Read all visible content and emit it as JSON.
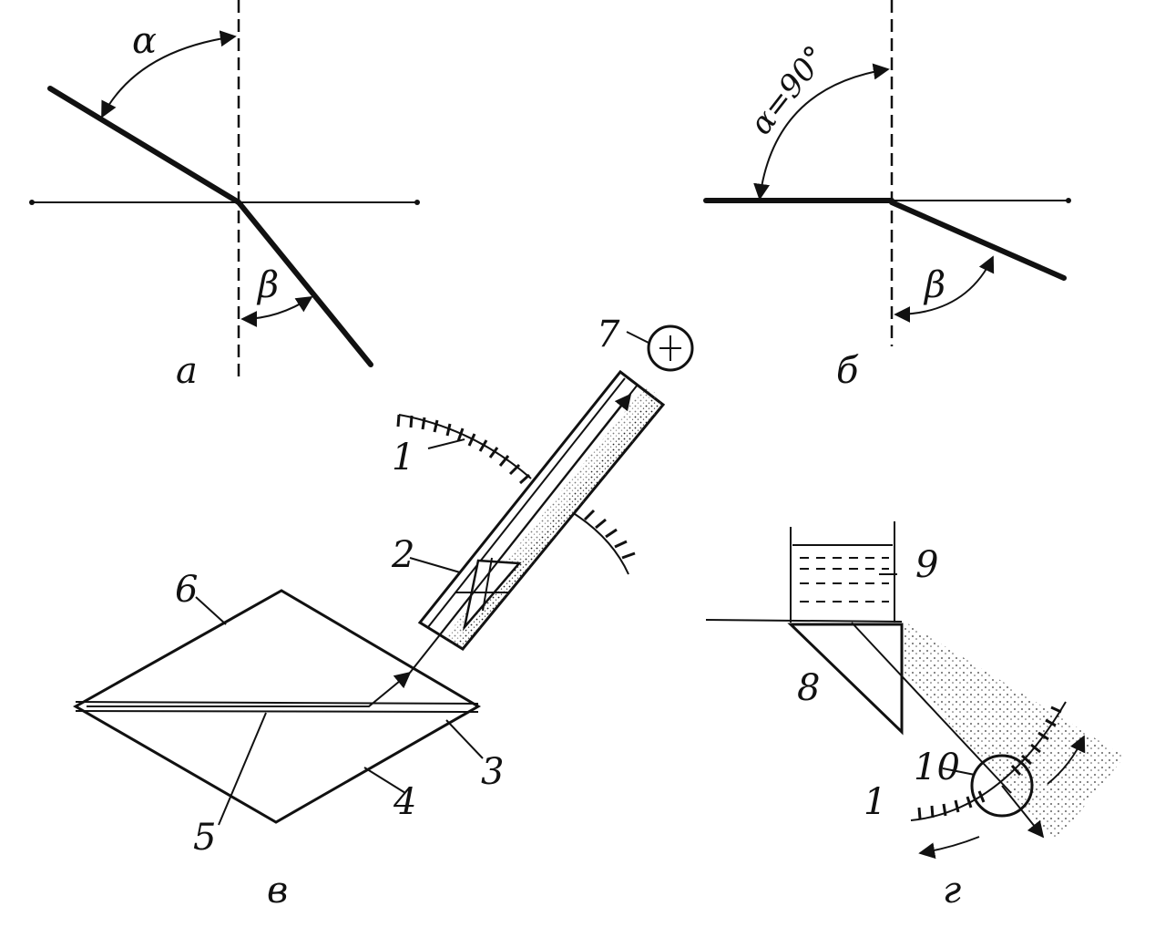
{
  "panels": {
    "a": {
      "caption": "а",
      "incident_angle_label": "α",
      "refracted_angle_label": "β"
    },
    "b": {
      "caption": "б",
      "incident_angle_label": "α=90°",
      "refracted_angle_label": "β"
    },
    "c": {
      "caption": "в",
      "part_labels": [
        "1",
        "2",
        "3",
        "4",
        "5",
        "6",
        "7"
      ]
    },
    "d": {
      "caption": "г",
      "part_labels": [
        "1",
        "8",
        "9",
        "10"
      ]
    }
  }
}
